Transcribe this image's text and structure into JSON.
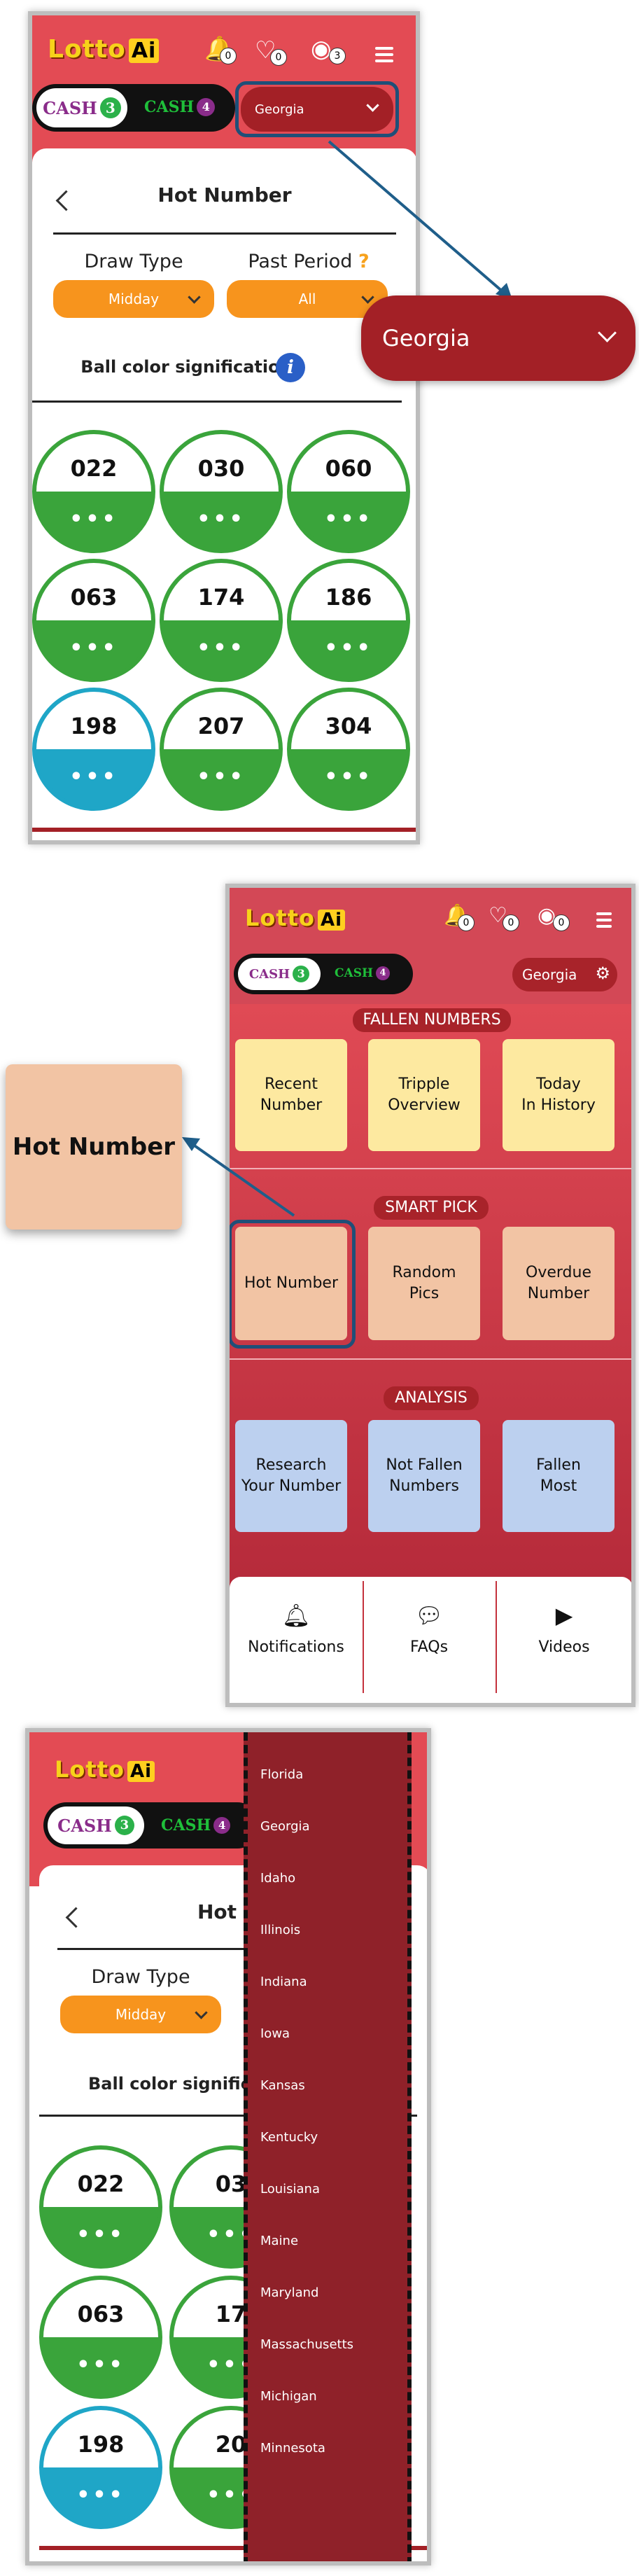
{
  "brand": {
    "logo_text": "Lotto",
    "logo_ai": "Ai"
  },
  "header_badges": {
    "bell": "0",
    "heart": "0",
    "eye": "3"
  },
  "header_badges_p2": {
    "bell": "0",
    "heart": "0",
    "eye": "0"
  },
  "games": {
    "cash3_label": "CASH",
    "cash3_num": "3",
    "cash4_label": "CASH",
    "cash4_num": "4"
  },
  "panel1": {
    "state": "Georgia",
    "title": "Hot Number",
    "draw_type_label": "Draw Type",
    "past_period_label": "Past Period",
    "help_mark": "?",
    "draw_type_value": "Midday",
    "past_period_value": "All",
    "ball_color_label": "Ball color signification",
    "info_mark": "i",
    "balls": [
      "022",
      "030",
      "060",
      "063",
      "174",
      "186",
      "198",
      "207",
      "304"
    ],
    "ball_dots": "•••"
  },
  "callout_state": "Georgia",
  "panel2": {
    "state": "Georgia",
    "sections": [
      {
        "title": "FALLEN NUMBERS",
        "tiles": [
          "Recent\nNumber",
          "Tripple\nOverview",
          "Today\nIn History"
        ]
      },
      {
        "title": "SMART PICK",
        "tiles": [
          "Hot Number",
          "Random\nPics",
          "Overdue\nNumber"
        ]
      },
      {
        "title": "ANALYSIS",
        "tiles": [
          "Research\nYour Number",
          "Not Fallen\nNumbers",
          "Fallen\nMost"
        ]
      }
    ],
    "nav": [
      "Notifications",
      "FAQs",
      "Videos"
    ]
  },
  "callout_hot": "Hot Number",
  "panel3": {
    "title_partial": "Hot",
    "draw_type_label": "Draw Type",
    "draw_type_value": "Midday",
    "ball_color_label_partial": "Ball color signific",
    "balls_partial": [
      "022",
      "03",
      "063",
      "17",
      "198",
      "20"
    ],
    "states": [
      "Florida",
      "Georgia",
      "Idaho",
      "Illinois",
      "Indiana",
      "Iowa",
      "Kansas",
      "Kentucky",
      "Louisiana",
      "Maine",
      "Maryland",
      "Massachusetts",
      "Michigan",
      "Minnesota"
    ]
  },
  "colors": {
    "header_red": "#e34b54",
    "dark_red": "#a32026",
    "orange": "#f7941d",
    "green": "#3aa43b",
    "blue": "#1fa6c7",
    "tile_yellow": "#fde9a0",
    "tile_peach": "#f2c4a4",
    "tile_blue": "#bcd0ef",
    "callout_border": "#1f4f78"
  }
}
